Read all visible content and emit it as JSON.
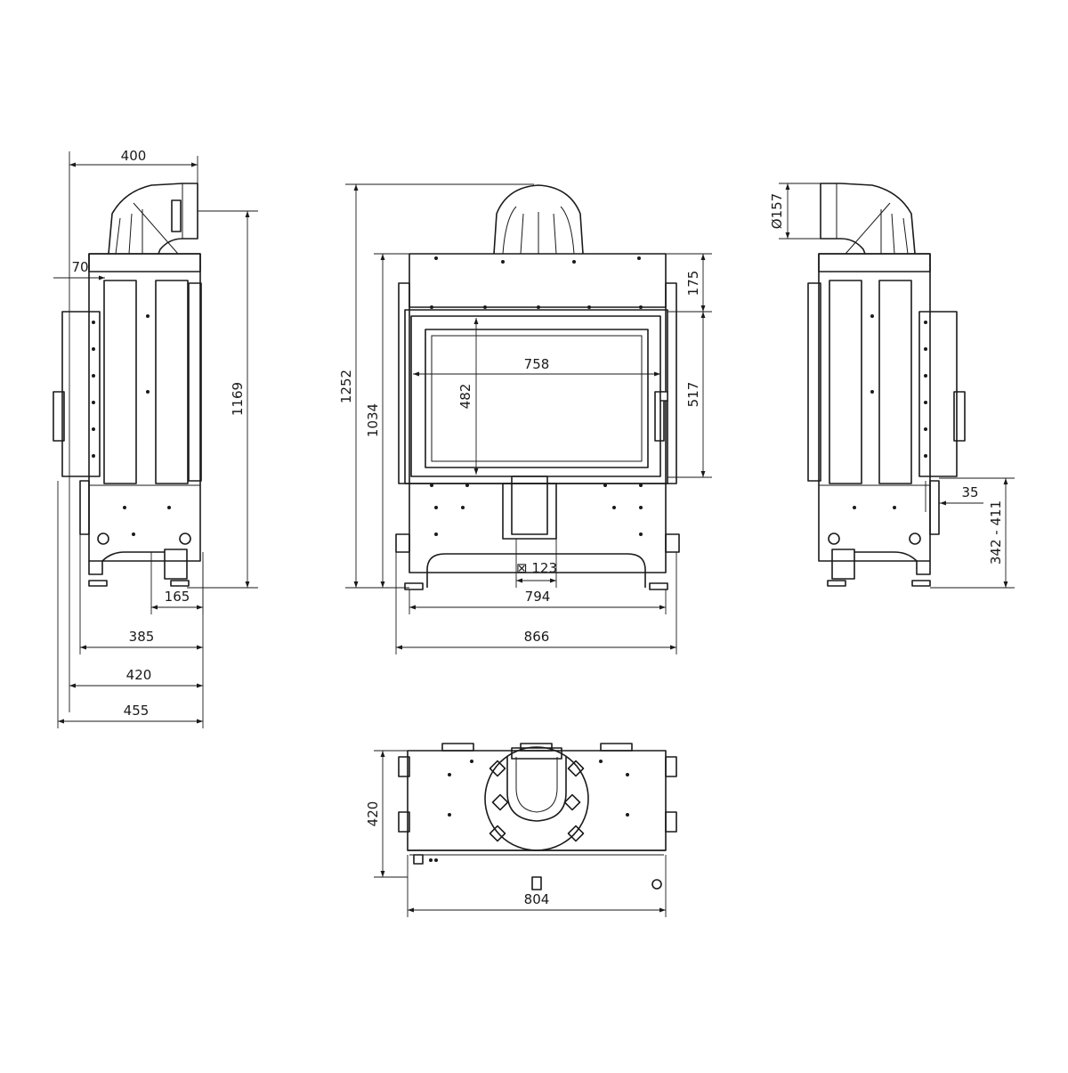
{
  "dimensions": {
    "side_left": {
      "depth_top": "400",
      "offset": "70",
      "height": "1169",
      "leg_spacing": "165",
      "width_385": "385",
      "width_420": "420",
      "width_455": "455"
    },
    "front": {
      "total_height": "1252",
      "body_height": "1034",
      "glass_width": "758",
      "glass_height": "482",
      "top_section": "175",
      "door_height": "517",
      "air_inlet": "⊠ 123",
      "base_width": "794",
      "total_width": "866"
    },
    "side_right": {
      "flue_diameter": "Ø157",
      "offset": "35",
      "range": "342 - 411"
    },
    "top": {
      "depth": "420",
      "width": "804"
    }
  },
  "colors": {
    "line": "#1a1a1a",
    "background": "#ffffff"
  }
}
